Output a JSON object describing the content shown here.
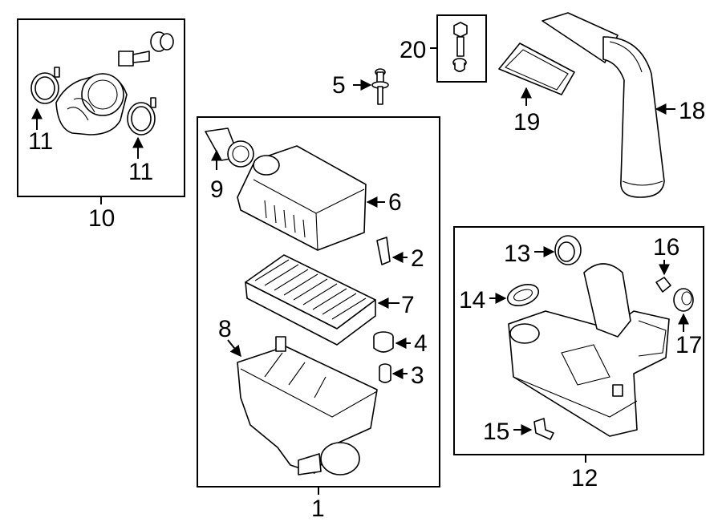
{
  "diagram": {
    "callouts": {
      "c1": "1",
      "c2": "2",
      "c3": "3",
      "c4": "4",
      "c5": "5",
      "c6": "6",
      "c7": "7",
      "c8": "8",
      "c9": "9",
      "c10": "10",
      "c11a": "11",
      "c11b": "11",
      "c12": "12",
      "c13": "13",
      "c14": "14",
      "c15": "15",
      "c16": "16",
      "c17": "17",
      "c18": "18",
      "c19": "19",
      "c20": "20"
    }
  }
}
